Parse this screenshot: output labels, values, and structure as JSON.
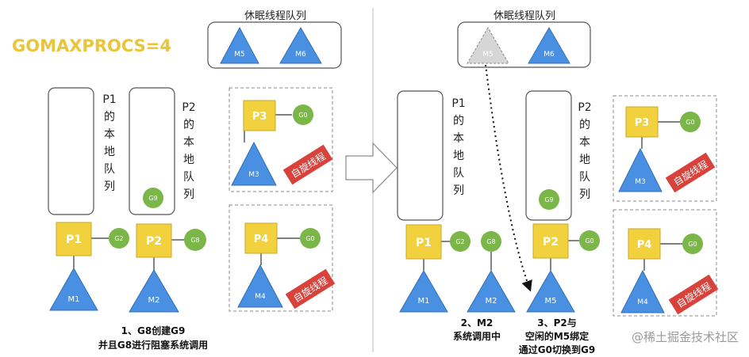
{
  "title": "GOMAXPROCS=4",
  "colors": {
    "processor": "#f2d13e",
    "goroutine": "#7ab648",
    "machine": "#4a90e2",
    "spin_badge": "#d9423b",
    "title": "#e8c53a"
  },
  "left": {
    "sleep_queue_title": "休眠线程队列",
    "sleep_threads": [
      "M5",
      "M6"
    ],
    "p1_queue_label": [
      "P1",
      "的",
      "本",
      "地",
      "队",
      "列"
    ],
    "p2_queue_label": [
      "P2",
      "的",
      "本",
      "地",
      "队",
      "列"
    ],
    "p2_queue_item": "G9",
    "p1": {
      "label": "P1",
      "goroutine": "G2",
      "machine": "M1"
    },
    "p2": {
      "label": "P2",
      "goroutine": "G8",
      "machine": "M2"
    },
    "p3": {
      "label": "P3",
      "goroutine": "G0",
      "machine": "M3",
      "badge": "自旋线程"
    },
    "p4": {
      "label": "P4",
      "goroutine": "G0",
      "machine": "M4",
      "badge": "自旋线程"
    },
    "caption": [
      "1、G8创建G9",
      "并且G8进行阻塞系统调用"
    ]
  },
  "right": {
    "sleep_queue_title": "休眠线程队列",
    "sleep_threads": [
      "M5",
      "M6"
    ],
    "p1_queue_label": [
      "P1",
      "的",
      "本",
      "地",
      "队",
      "列"
    ],
    "p2_queue_label": [
      "P2",
      "的",
      "本",
      "地",
      "队",
      "列"
    ],
    "p2_queue_item": "G9",
    "p1": {
      "label": "P1",
      "goroutine": "G2",
      "machine": "M1"
    },
    "detached": {
      "goroutine": "G8",
      "machine": "M2"
    },
    "p2": {
      "label": "P2",
      "goroutine": "G0",
      "machine": "M5"
    },
    "p3": {
      "label": "P3",
      "goroutine": "G0",
      "machine": "M3",
      "badge": "自旋线程"
    },
    "p4": {
      "label": "P4",
      "goroutine": "G0",
      "machine": "M4",
      "badge": "自旋线程"
    },
    "caption_m2": [
      "2、M2",
      "系统调用中"
    ],
    "caption_p2": [
      "3、P2与",
      "空闲的M5绑定",
      "通过G0切换到G9"
    ]
  },
  "watermark": "@稀土掘金技术社区"
}
